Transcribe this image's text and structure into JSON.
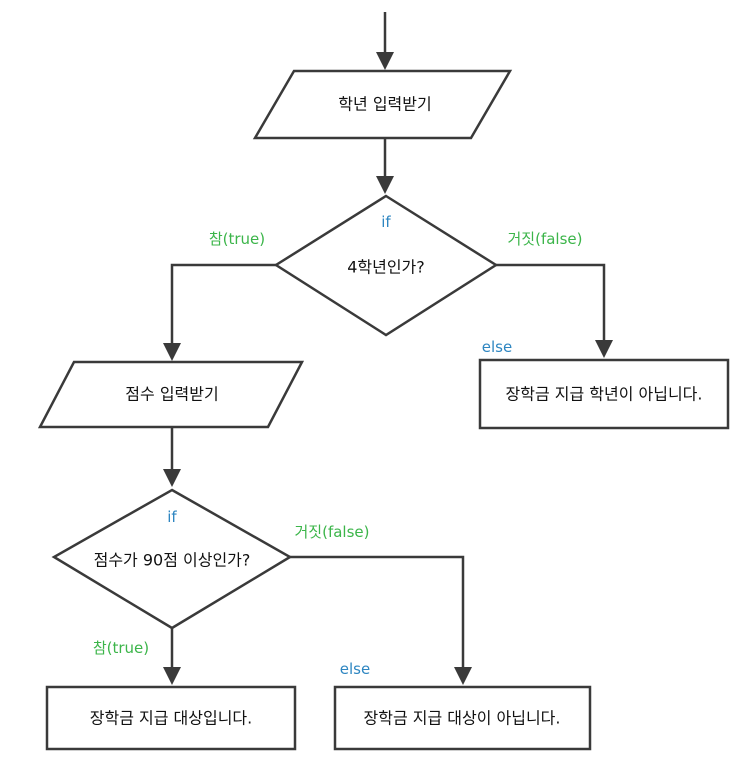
{
  "colors": {
    "stroke": "#3a3a3a",
    "true_label": "#3cb54a",
    "false_label": "#3cb54a",
    "keyword": "#2e86c1",
    "text": "#111111"
  },
  "nodes": {
    "input_grade": "학년 입력받기",
    "decision_grade": "4학년인가?",
    "not_senior_output": "장학금 지급 학년이 아닙니다.",
    "input_score": "점수 입력받기",
    "decision_score": "점수가 90점 이상인가?",
    "eligible_output": "장학금 지급 대상입니다.",
    "not_eligible_output": "장학금 지급 대상이 아닙니다."
  },
  "labels": {
    "if_1": "if",
    "true_1": "참(true)",
    "false_1": "거짓(false)",
    "else_1": "else",
    "if_2": "if",
    "true_2": "참(true)",
    "false_2": "거짓(false)",
    "else_2": "else"
  }
}
